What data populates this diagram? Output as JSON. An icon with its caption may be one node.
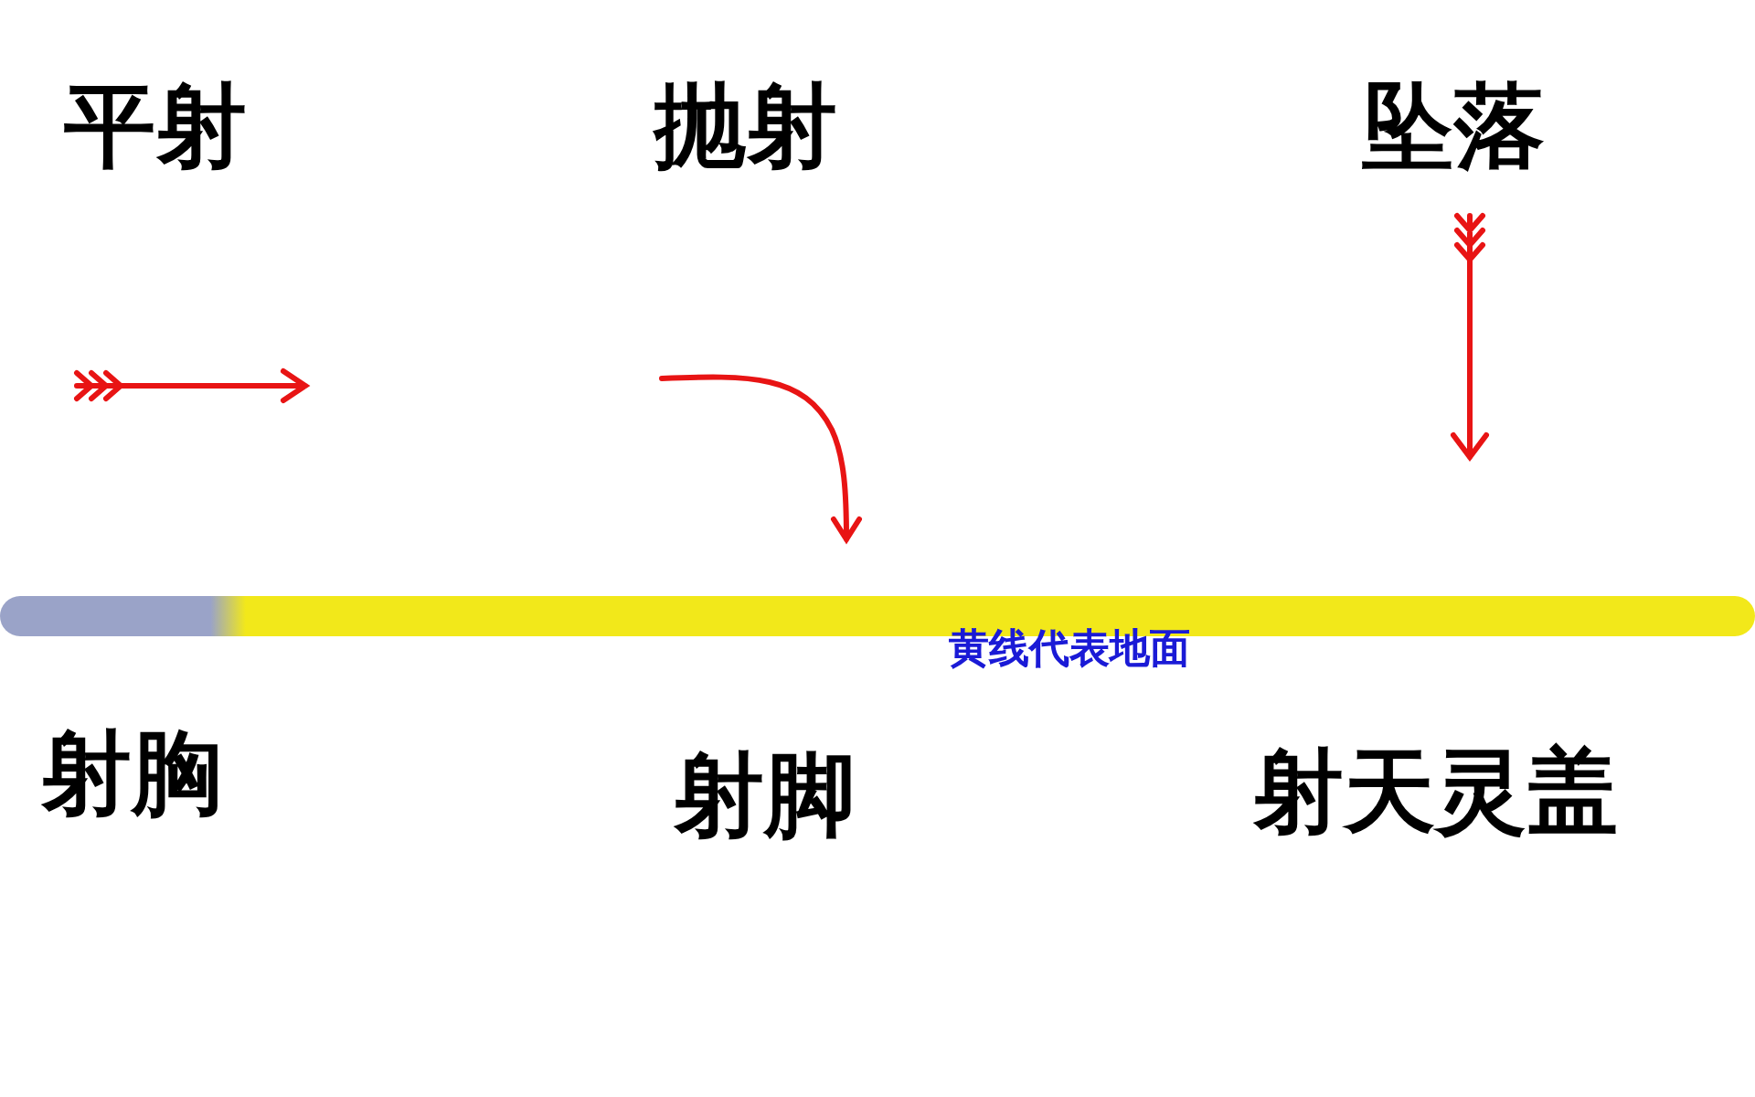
{
  "diagram": {
    "labels": [
      "平射",
      "抛射",
      "坠落",
      "黄线代表地面",
      "射胸",
      "射脚",
      "射天灵盖"
    ]
  }
}
